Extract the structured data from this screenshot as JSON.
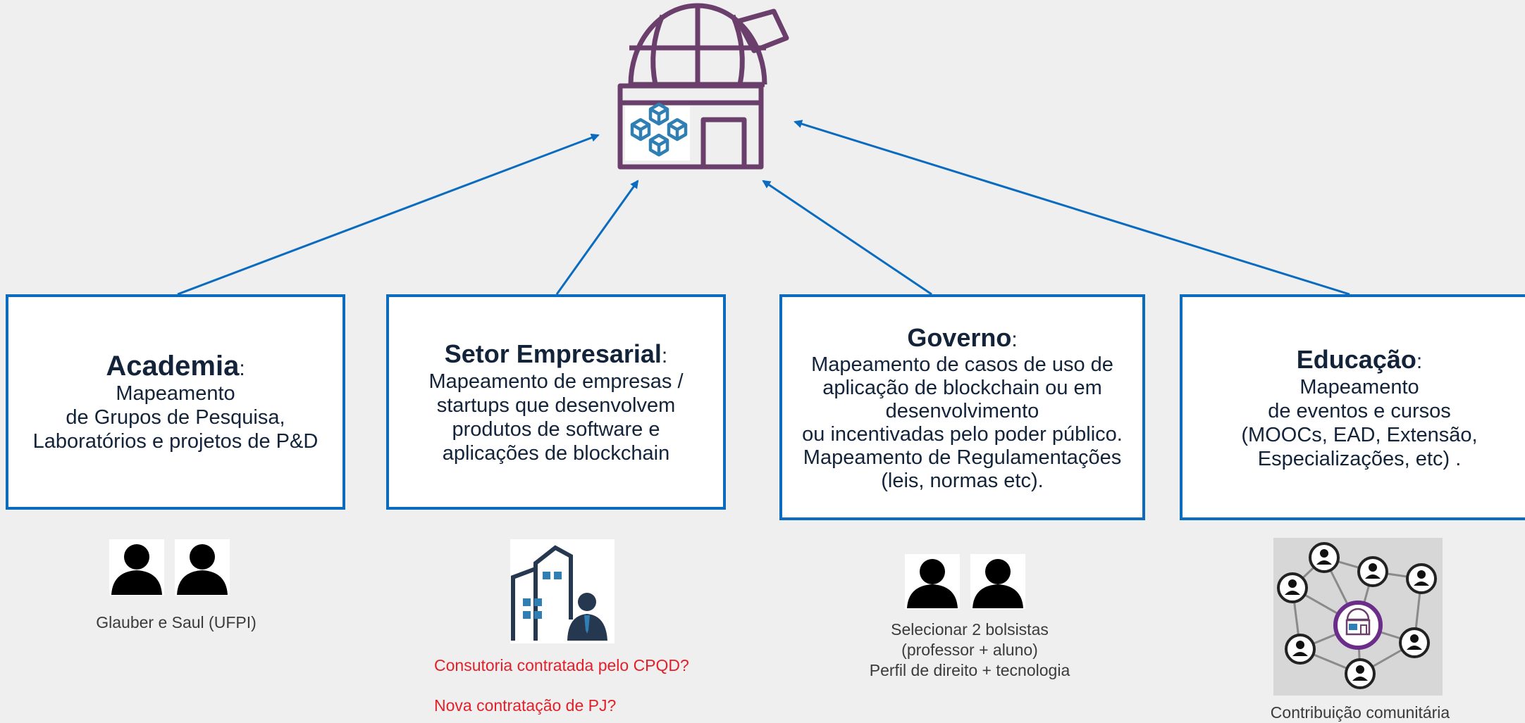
{
  "boxes": [
    {
      "title": "Academia",
      "lines": [
        "Mapeamento",
        "de Grupos de Pesquisa,",
        "Laboratórios e projetos de P&D"
      ]
    },
    {
      "title": "Setor Empresarial",
      "lines": [
        "Mapeamento de empresas /",
        "startups que desenvolvem",
        "produtos de software e",
        "aplicações de blockchain"
      ]
    },
    {
      "title": "Governo",
      "lines": [
        "Mapeamento de casos de uso de",
        "aplicação de blockchain ou em",
        "desenvolvimento",
        "ou incentivadas pelo poder público.",
        "Mapeamento de Regulamentações",
        "(leis, normas etc)."
      ]
    },
    {
      "title": "Educação",
      "lines": [
        "Mapeamento",
        "de eventos e cursos",
        "(MOOCs, EAD, Extensão,",
        "Especializações, etc) ."
      ]
    }
  ],
  "colon": ":",
  "captions": {
    "academia": "Glauber e Saul (UFPI)",
    "empresarial_q1": "Consutoria contratada pelo CPQD?",
    "empresarial_q2": "Nova contratação de PJ?",
    "governo": [
      "Selecionar 2 bolsistas",
      "(professor + aluno)",
      "Perfil de direito + tecnologia"
    ],
    "educacao": "Contribuição comunitária"
  },
  "icons": {
    "hub": "observatory-blockchain-icon",
    "people": "person-icon",
    "company": "office-building-businessman-icon",
    "network": "community-network-icon"
  },
  "colors": {
    "box_border": "#0b6bbf",
    "arrow": "#0b6bbf",
    "observatory": "#6b3f6b",
    "blocks": "#2f7fb4",
    "question_text": "#e3202a",
    "title_text": "#13233a"
  }
}
